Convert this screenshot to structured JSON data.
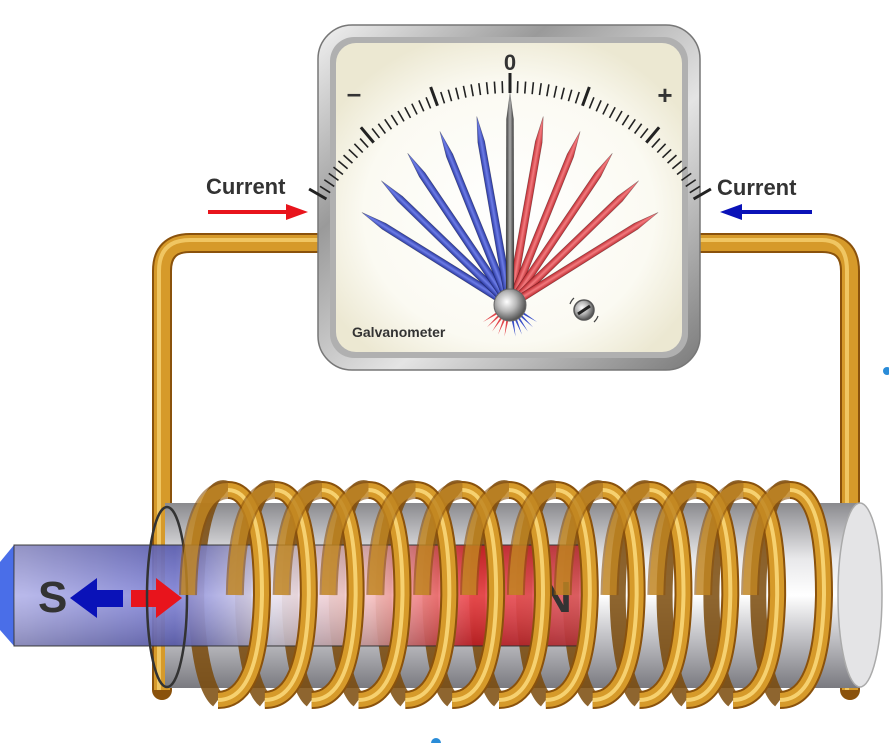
{
  "labels": {
    "current_left": "Current",
    "current_right": "Current",
    "galvanometer": "Galvanometer",
    "scale_zero": "0",
    "scale_minus": "–",
    "scale_plus": "+",
    "magnet_south": "S",
    "magnet_north": "N"
  },
  "colors": {
    "wire": "#d69a2a",
    "wire_dark": "#9a5e10",
    "wire_light": "#f4cf6a",
    "needle_negative": "#3a4fc8",
    "needle_positive": "#e2464c",
    "needle_center": "#6e6e6e",
    "arrow_red": "#e8141c",
    "arrow_blue": "#0a12b8",
    "magnet_blue": "#7d80d8",
    "magnet_red": "#e8232a"
  },
  "meter": {
    "negative_needles": 5,
    "positive_needles": 5,
    "needle_spread_deg": [
      -58,
      -46,
      -34,
      -22,
      -10,
      10,
      22,
      34,
      46,
      58
    ],
    "scale_span_deg": 120
  },
  "coil": {
    "turns": 13
  }
}
